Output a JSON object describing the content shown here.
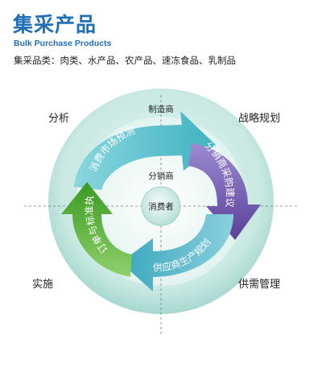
{
  "header": {
    "title": "集采产品",
    "subtitle": "Bulk Purchase Products",
    "categories": "集采品类：肉类、水产品、农产品、速冻食品、乳制品"
  },
  "quadrants": {
    "top_left": "分析",
    "top_right": "战略规划",
    "bottom_left": "实施",
    "bottom_right": "供需管理"
  },
  "rings": {
    "outer": "制造商",
    "middle": "分销商",
    "center": "消费者"
  },
  "arrows": {
    "top": "消费市场预测",
    "right": "分销商采购建议",
    "bottom": "供应商生产规划",
    "left": "订单与标准执行"
  },
  "colors": {
    "title": "#1f6fb7",
    "ring_outer": "#bfe2dc",
    "ring_inner": "#e3f3ef",
    "arrow_top": "#5cc4cd",
    "arrow_right": "#6e55a8",
    "arrow_bottom": "#52b6c8",
    "arrow_left": "#4aa62e"
  }
}
